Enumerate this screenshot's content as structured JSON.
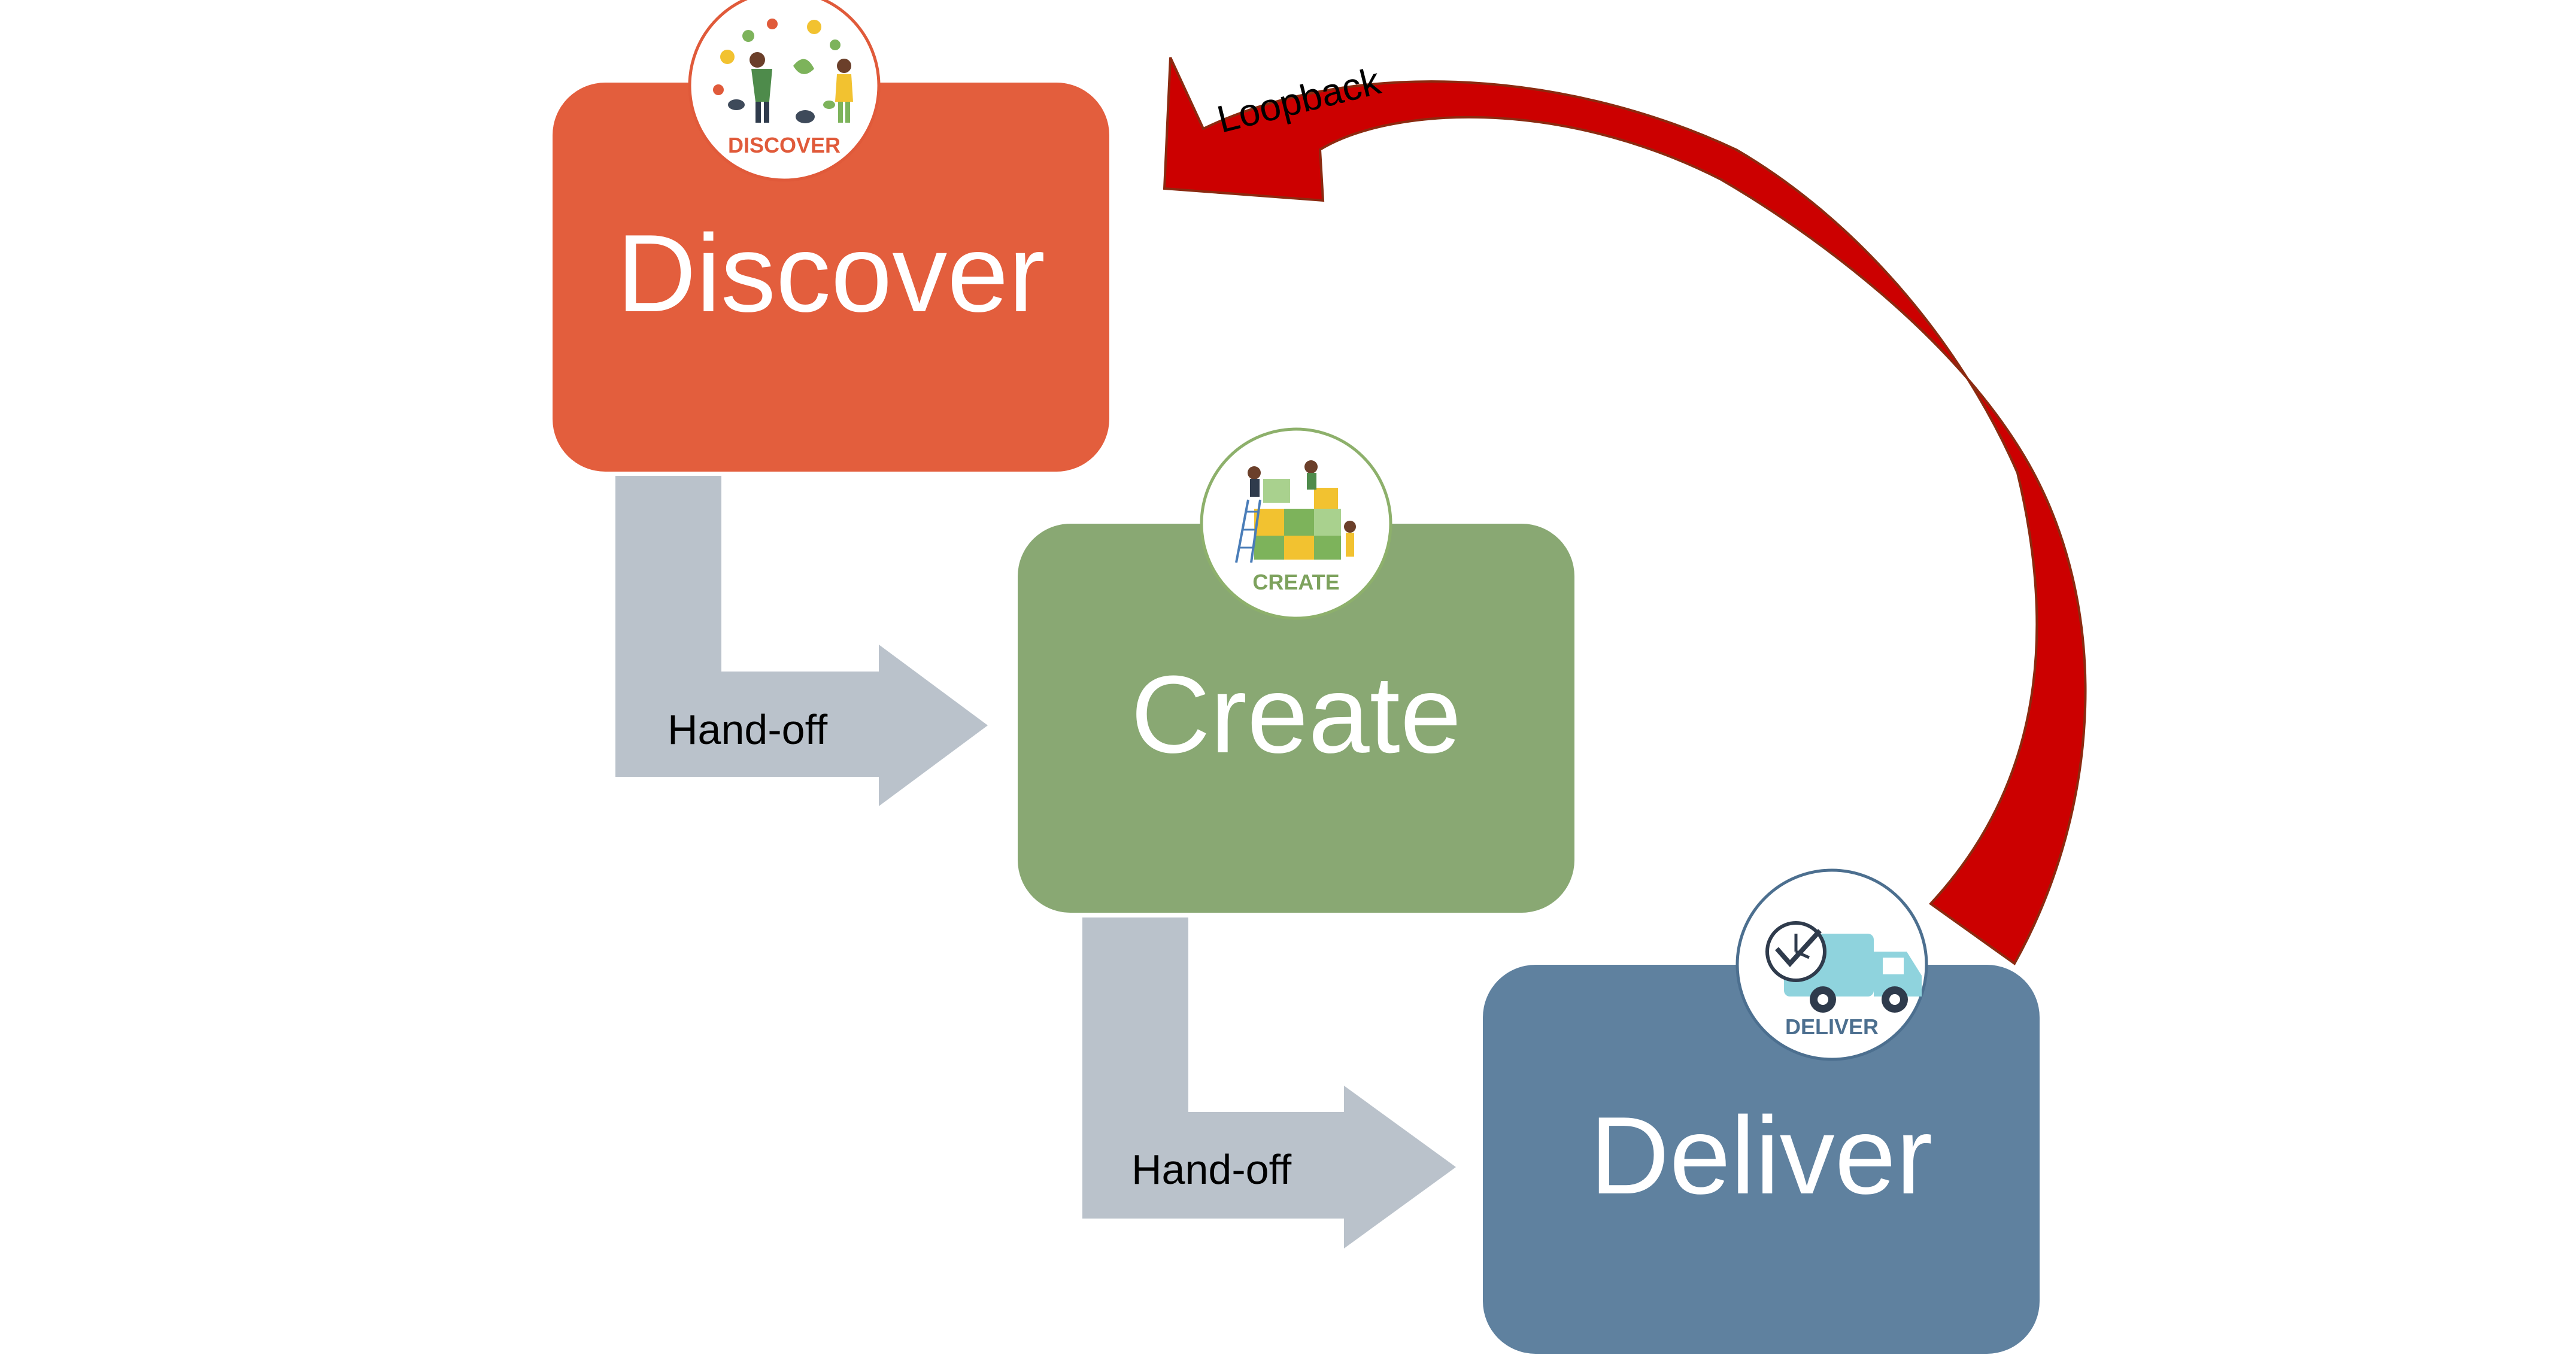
{
  "stages": {
    "discover": {
      "label": "Discover",
      "badge": "DISCOVER",
      "color": "#E35E3D",
      "badge_color": "#E05A3A"
    },
    "create": {
      "label": "Create",
      "badge": "CREATE",
      "color": "#89A873",
      "badge_color": "#7DA25D"
    },
    "deliver": {
      "label": "Deliver",
      "badge": "DELIVER",
      "color": "#5F819F",
      "badge_color": "#4C6F8F"
    }
  },
  "handoffs": [
    {
      "label": "Hand-off"
    },
    {
      "label": "Hand-off"
    }
  ],
  "loopback": {
    "label": "Loopback",
    "color": "#CC0000"
  },
  "colors": {
    "handoff_arrow": "#BAC2CB",
    "badge_ring_discover": "#E05A3A",
    "badge_ring_create": "#8DB06B",
    "badge_ring_deliver": "#4C6F8F"
  },
  "icons": {
    "discover": "people-exploring-ideas-icon",
    "create": "people-building-puzzle-icon",
    "deliver": "delivery-truck-clock-icon"
  }
}
